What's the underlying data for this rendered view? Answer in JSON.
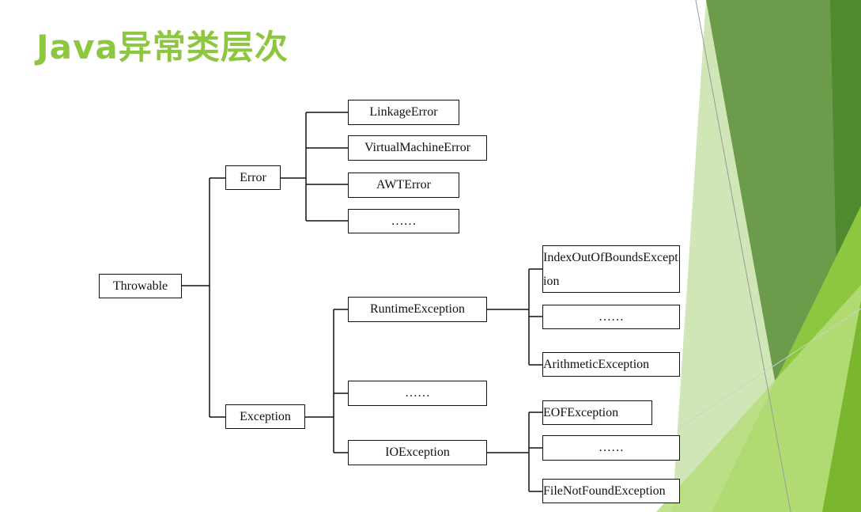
{
  "title": "Java异常类层次",
  "diagram": {
    "root": "Throwable",
    "error": {
      "label": "Error",
      "children": [
        "LinkageError",
        "VirtualMachineError",
        "AWTError",
        "……"
      ]
    },
    "exception": {
      "label": "Exception",
      "runtime": {
        "label": "RuntimeException",
        "children": [
          "IndexOutOfBoundsException",
          "……",
          "ArithmeticException"
        ]
      },
      "middle": "……",
      "io": {
        "label": "IOException",
        "children": [
          "EOFException",
          "……",
          "FileNotFoundException"
        ]
      }
    }
  },
  "colors": {
    "title": "#8dc63f",
    "accent_dark": "#5f8f3e",
    "accent_light": "#c5e39a"
  }
}
